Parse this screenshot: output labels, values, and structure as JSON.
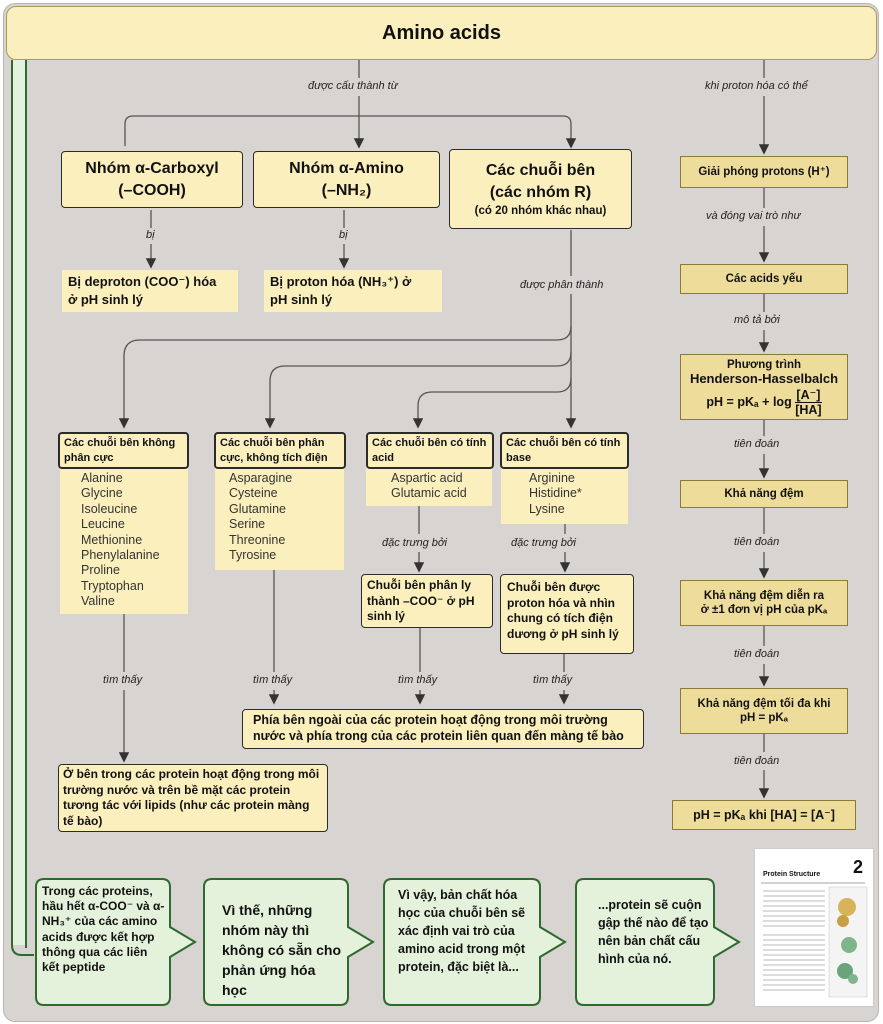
{
  "title": "Amino acids",
  "labels": {
    "composed_of": "được cấu thành từ",
    "when_protonated": "khi proton hóa có thể",
    "by1": "bị",
    "by2": "bị",
    "divided_into": "được phân thành",
    "and_acts_as": "và đóng vai trò như",
    "described_by": "mô tả bởi",
    "predicts1": "tiên đoán",
    "predicts2": "tiên đoán",
    "predicts3": "tiên đoán",
    "predicts4": "tiên đoán",
    "characterized1": "đặc trưng bởi",
    "characterized2": "đặc trưng bởi",
    "found1": "tìm thấy",
    "found2": "tìm thấy",
    "found3": "tìm thấy",
    "found4": "tìm thấy"
  },
  "top_boxes": {
    "carboxyl_line1": "Nhóm α-Carboxyl",
    "carboxyl_line2": "(–COOH)",
    "amino_line1": "Nhóm α-Amino",
    "amino_line2": "(–NH₂)",
    "side_line1": "Các chuỗi bên",
    "side_line2": "(các nhóm R)",
    "side_line3": "(có 20 nhóm khác nhau)"
  },
  "deprot": {
    "line1": "Bị deproton (COO⁻) hóa",
    "line2": "ở pH sinh lý"
  },
  "prot": {
    "line1": "Bị proton hóa (NH₃⁺) ở",
    "line2": "pH sinh lý"
  },
  "groups": {
    "nonpolar": {
      "header": "Các chuỗi bên không phân cực",
      "items": [
        "Alanine",
        "Glycine",
        "Isoleucine",
        "Leucine",
        "Methionine",
        "Phenylalanine",
        "Proline",
        "Tryptophan",
        "Valine"
      ]
    },
    "polar": {
      "header": "Các chuỗi bên phân cực, không tích điện",
      "items": [
        "Asparagine",
        "Cysteine",
        "Glutamine",
        "Serine",
        "Threonine",
        "Tyrosine"
      ]
    },
    "acidic": {
      "header": "Các chuỗi bên có tính acid",
      "items": [
        "Aspartic acid",
        "Glutamic acid"
      ]
    },
    "basic": {
      "header": "Các chuỗi bên có tính base",
      "items": [
        "Arginine",
        "Histidine*",
        "Lysine"
      ]
    }
  },
  "acid_char": "Chuỗi bên phân ly thành –COO⁻ ở pH sinh lý",
  "base_char": "Chuỗi bên được proton hóa và nhìn chung có tích điện dương ở pH sinh lý",
  "outside_text": "Phía bên ngoài của các protein hoạt động trong môi trường nước và phía trong của các protein liên quan đến màng tế bào",
  "inside_text": "Ở bên trong các protein hoạt động trong môi trường nước và trên bề mặt các protein tương tác với lipids (như các protein màng tế bào)",
  "right_chain": {
    "release": "Giải phóng protons (H⁺)",
    "weak_acids": "Các acids yếu",
    "hh_line1": "Phương trình",
    "hh_line2": "Henderson-Hasselbalch",
    "hh_eq_left": "pH =  pKₐ + log",
    "hh_num": "[A⁻]",
    "hh_den": "[HA]",
    "buffer": "Khả năng đệm",
    "buffer_range_line1": "Khả năng đệm diễn ra",
    "buffer_range_line2": "ở  ±1  đơn vị pH của pKₐ",
    "buffer_max_line1": "Khả năng đệm tối đa khi",
    "buffer_max_line2": "pH =  pKₐ",
    "final": "pH = pKₐ  khi   [HA] = [A⁻]"
  },
  "bubbles": [
    "Trong các proteins, hầu hết α-COO⁻ và α-NH₃⁺ của các amino acids được kết hợp thông qua các liên kết peptide",
    "Vì thế, những nhóm này thì không có sẵn cho phản ứng hóa học",
    "Vì vậy, bản chất hóa học của chuỗi bên sẽ xác định vai trò của amino acid trong một protein, đặc biệt là...",
    "...protein sẽ cuộn gập thế nào để tạo nên bản chất cấu hình của nó."
  ],
  "thumbnail": {
    "title": "Protein Structure",
    "number": "2"
  },
  "colors": {
    "panel": "#d8d4d2",
    "box_fill": "#fbf0bd",
    "right_box_fill": "#eedd9a",
    "bubble_fill": "#e4f2dc",
    "bubble_border": "#2e6a2e"
  }
}
